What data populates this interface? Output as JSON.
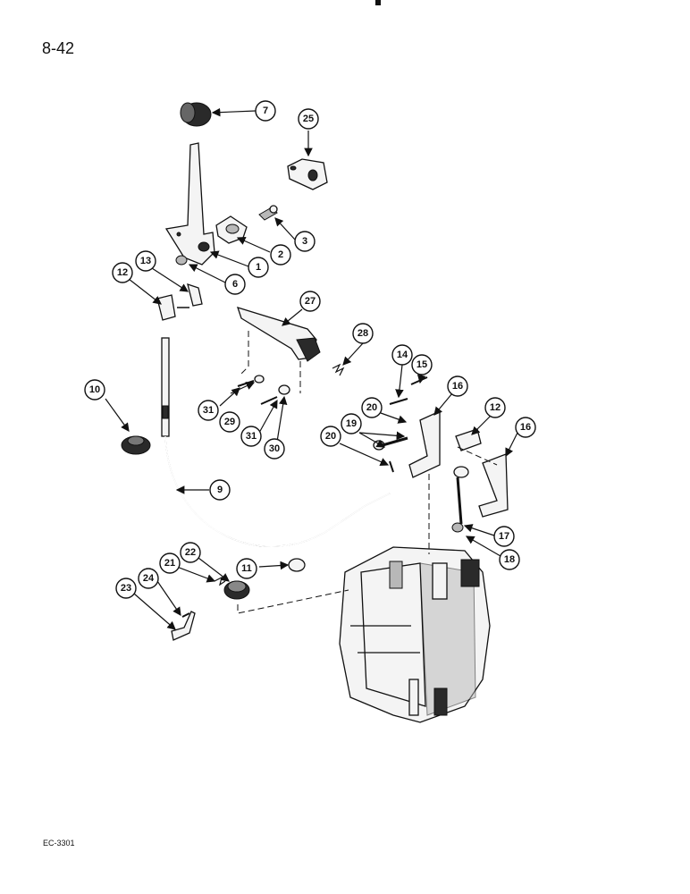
{
  "page": {
    "number": "8-42",
    "code": "EC-3301"
  },
  "callouts": [
    "7",
    "25",
    "3",
    "2",
    "1",
    "6",
    "13",
    "12",
    "27",
    "28",
    "14",
    "15",
    "16",
    "20",
    "19",
    "12",
    "16",
    "20",
    "31",
    "29",
    "31",
    "30",
    "10",
    "9",
    "17",
    "18",
    "11",
    "22",
    "21",
    "24",
    "23"
  ]
}
